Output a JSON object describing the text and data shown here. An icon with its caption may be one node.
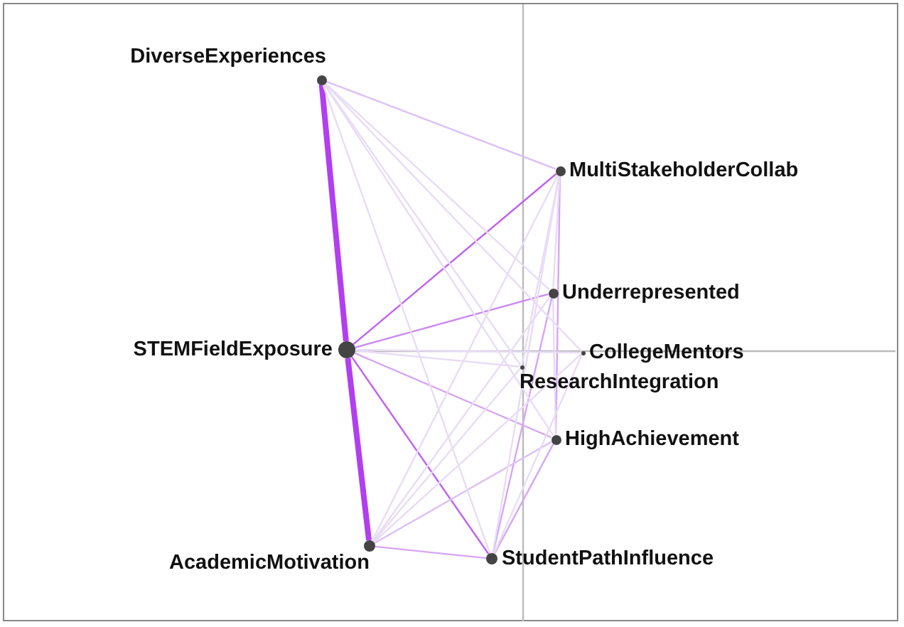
{
  "diagram": {
    "nodes": [
      {
        "text": [
          "DiverseExperiences"
        ]
      },
      {
        "text": [
          "MultiStakeholderCollab"
        ]
      },
      {
        "text": [
          "Underrepresented"
        ]
      },
      {
        "text": [
          "STEMFieldExposure"
        ]
      },
      {
        "text": [
          "CollegeMentors"
        ]
      },
      {
        "text": [
          "ResearchIntegration"
        ]
      },
      {
        "text": [
          "HighAchievement"
        ]
      },
      {
        "text": [
          "AcademicMotivation"
        ]
      },
      {
        "text": [
          "StudentPathInfluence"
        ]
      }
    ],
    "edges": [
      {
        "from": 3,
        "to": 0,
        "arrow": "none",
        "style": "thick",
        "color": "#b13ff0"
      },
      {
        "from": 3,
        "to": 7,
        "arrow": "none",
        "style": "thick",
        "color": "#b13ff0"
      },
      {
        "from": 3,
        "to": 1,
        "arrow": "none",
        "color": "#c060f0"
      },
      {
        "from": 3,
        "to": 2,
        "arrow": "none",
        "color": "#c98af2"
      },
      {
        "from": 3,
        "to": 8,
        "arrow": "none",
        "color": "#c060f0"
      },
      {
        "from": 3,
        "to": 6,
        "arrow": "none",
        "color": "#d6a6f5"
      },
      {
        "from": 7,
        "to": 8,
        "arrow": "none",
        "color": "#d6a6f5"
      },
      {
        "from": 1,
        "to": 6,
        "arrow": "none",
        "color": "#d6a6f5"
      },
      {
        "from": 0,
        "to": 1,
        "arrow": "none",
        "color": "#dcc0f5"
      },
      {
        "from": 8,
        "to": 2,
        "arrow": "none",
        "color": "#d6a6f5"
      },
      {
        "from": 7,
        "to": 6,
        "arrow": "none",
        "color": "#dcc0f5"
      },
      {
        "from": 8,
        "to": 6,
        "arrow": "none",
        "color": "#d6a6f5"
      },
      {
        "from": 3,
        "to": 4,
        "arrow": "none"
      },
      {
        "from": 3,
        "to": 5,
        "arrow": "none"
      },
      {
        "from": 0,
        "to": 2,
        "arrow": "none"
      },
      {
        "from": 0,
        "to": 6,
        "arrow": "none"
      },
      {
        "from": 0,
        "to": 8,
        "arrow": "none"
      },
      {
        "from": 0,
        "to": 5,
        "arrow": "none"
      },
      {
        "from": 0,
        "to": 4,
        "arrow": "none"
      },
      {
        "from": 7,
        "to": 1,
        "arrow": "none"
      },
      {
        "from": 7,
        "to": 2,
        "arrow": "none"
      },
      {
        "from": 7,
        "to": 5,
        "arrow": "none"
      },
      {
        "from": 7,
        "to": 4,
        "arrow": "none"
      },
      {
        "from": 8,
        "to": 1,
        "arrow": "none"
      },
      {
        "from": 8,
        "to": 4,
        "arrow": "none"
      },
      {
        "from": 1,
        "to": 2,
        "arrow": "none"
      },
      {
        "from": 2,
        "to": 6,
        "arrow": "none"
      },
      {
        "from": 1,
        "to": 5,
        "arrow": "none"
      }
    ]
  }
}
